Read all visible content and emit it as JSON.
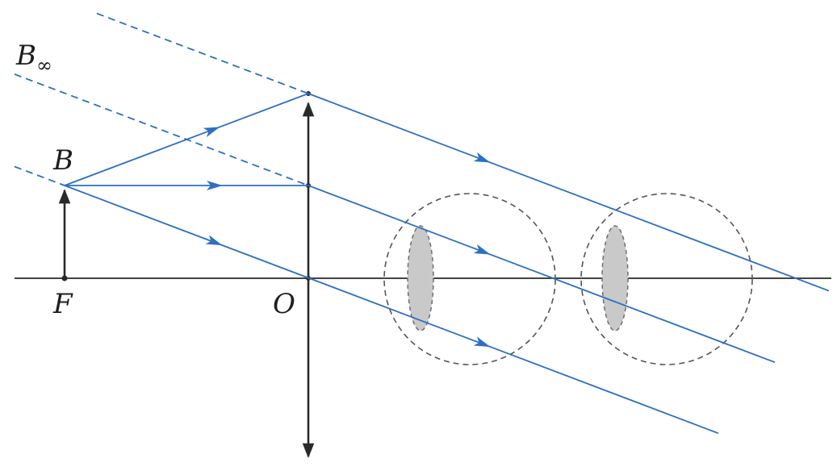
{
  "labels": {
    "b_infinity": "B",
    "b_infinity_sub": "∞",
    "b": "B",
    "f": "F",
    "o": "O"
  },
  "colors": {
    "ray": "#2d6fc0",
    "axis": "#2a2a2a",
    "lens": "#2a2a2a",
    "eye_outline": "#555555",
    "eye_fill": "#c9c9c9"
  }
}
